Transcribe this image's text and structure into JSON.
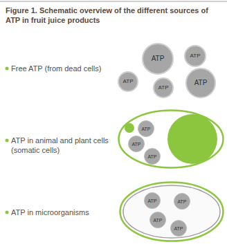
{
  "diagram": {
    "title": "Figure 1. Schematic overview of the different sources of ATP in fruit juice products",
    "nodes": [
      {
        "text": [
          "ATP"
        ]
      },
      {
        "text": [
          "ATP"
        ]
      },
      {
        "text": [
          "ATP"
        ]
      },
      {
        "text": [
          "ATP"
        ]
      },
      {
        "text": [
          "ATP"
        ]
      },
      {
        "text": [
          "ATP in animal and plant cells (somatic cells)"
        ]
      },
      {
        "text": [
          "ATP"
        ],
        "in": 5
      },
      {
        "text": [
          "ATP"
        ],
        "in": 5
      },
      {
        "text": [
          "ATP"
        ],
        "in": 5
      },
      {
        "text": [
          "ATP in microorganisms"
        ]
      },
      {
        "text": [
          "ATP"
        ],
        "in": 9
      },
      {
        "text": [
          "ATP"
        ],
        "in": 9
      },
      {
        "text": [
          "ATP"
        ],
        "in": 9
      },
      {
        "text": [
          "ATP"
        ],
        "in": 9
      }
    ],
    "labels": [
      "Free ATP (from dead cells)"
    ]
  }
}
